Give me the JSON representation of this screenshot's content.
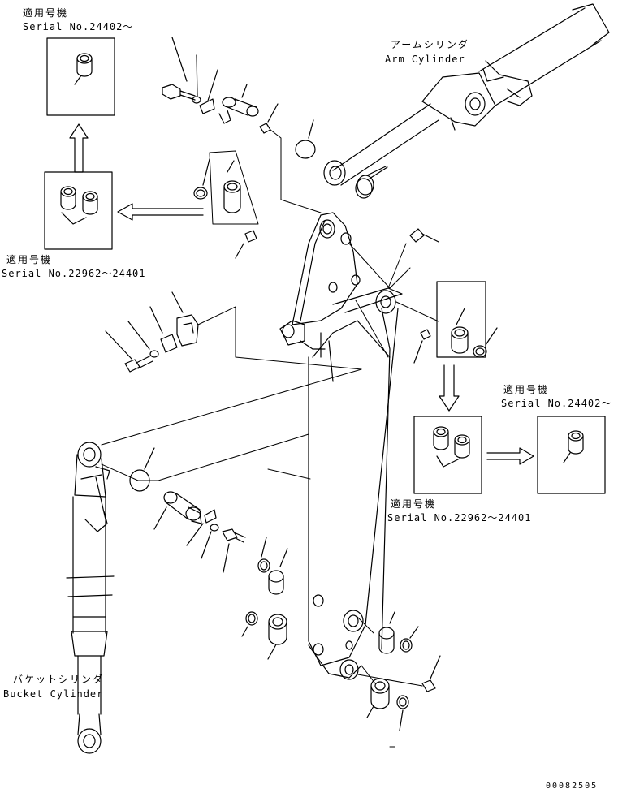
{
  "labels": {
    "top_left_jp": "適用号機",
    "top_left_serial": "Serial No.24402〜",
    "mid_left_jp": "適用号機",
    "mid_left_serial": "Serial No.22962〜24401",
    "arm_cyl_jp": "アームシリンダ",
    "arm_cyl_en": "Arm Cylinder",
    "right_top_jp": "適用号機",
    "right_top_serial": "Serial No.24402〜",
    "right_mid_jp": "適用号機",
    "right_mid_serial": "Serial No.22962〜24401",
    "bucket_cyl_jp": "バケットシリンダ",
    "bucket_cyl_en": "Bucket Cylinder",
    "drawing_no": "00082505"
  }
}
